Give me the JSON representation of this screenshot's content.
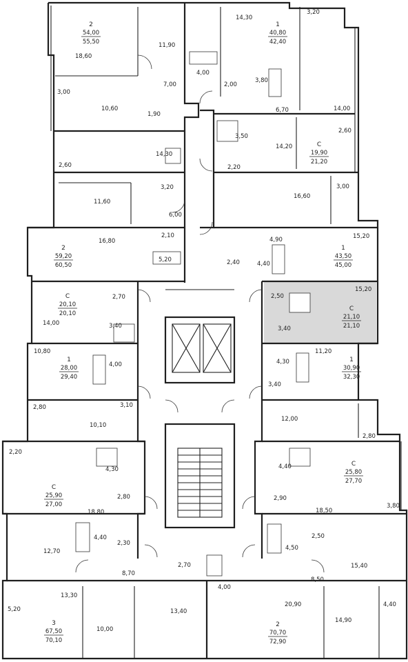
{
  "apartments": [
    {
      "id": "a1",
      "type": "2",
      "living": "54,00",
      "total": "55,50"
    },
    {
      "id": "a2",
      "type": "1",
      "living": "40,80",
      "total": "42,40"
    },
    {
      "id": "a3",
      "type": "С",
      "living": "19,90",
      "total": "21,20"
    },
    {
      "id": "a4",
      "type": "2",
      "living": "59,20",
      "total": "60,50"
    },
    {
      "id": "a5",
      "type": "1",
      "living": "43,50",
      "total": "45,00"
    },
    {
      "id": "a6",
      "type": "С",
      "living": "20,10",
      "total": "20,10"
    },
    {
      "id": "a7",
      "type": "С",
      "living": "21,10",
      "total": "21,10",
      "highlighted": true
    },
    {
      "id": "a8",
      "type": "1",
      "living": "28,00",
      "total": "29,40"
    },
    {
      "id": "a9",
      "type": "1",
      "living": "30,90",
      "total": "32,30"
    },
    {
      "id": "a10",
      "type": "С",
      "living": "25,90",
      "total": "27,00"
    },
    {
      "id": "a11",
      "type": "С",
      "living": "25,80",
      "total": "27,70"
    },
    {
      "id": "a12",
      "type": "3",
      "living": "67,50",
      "total": "70,10"
    },
    {
      "id": "a13",
      "type": "2",
      "living": "70,70",
      "total": "72,90"
    }
  ],
  "rooms": [
    "3,20",
    "14,30",
    "18,60",
    "11,90",
    "4,00",
    "7,00",
    "2,00",
    "3,80",
    "6,70",
    "14,00",
    "3,00",
    "10,60",
    "1,90",
    "3,50",
    "14,20",
    "2,60",
    "2,20",
    "14,30",
    "2,60",
    "3,20",
    "3,00",
    "11,60",
    "16,60",
    "6,00",
    "2,10",
    "16,80",
    "4,90",
    "15,20",
    "5,20",
    "2,40",
    "4,40",
    "2,70",
    "2,50",
    "15,20",
    "14,00",
    "3,40",
    "3,40",
    "10,80",
    "4,00",
    "4,30",
    "11,20",
    "3,40",
    "3,10",
    "2,80",
    "10,10",
    "12,00",
    "2,80",
    "2,20",
    "4,30",
    "4,40",
    "2,80",
    "2,90",
    "18,80",
    "18,50",
    "3,80",
    "4,40",
    "2,30",
    "2,50",
    "4,50",
    "12,70",
    "8,70",
    "2,70",
    "15,40",
    "4,00",
    "8,50",
    "13,30",
    "13,40",
    "20,90",
    "5,20",
    "4,40",
    "10,00",
    "14,90"
  ],
  "colors": {
    "wall": "#1e1e1e",
    "highlight": "#d9d9d9",
    "background": "#ffffff"
  }
}
